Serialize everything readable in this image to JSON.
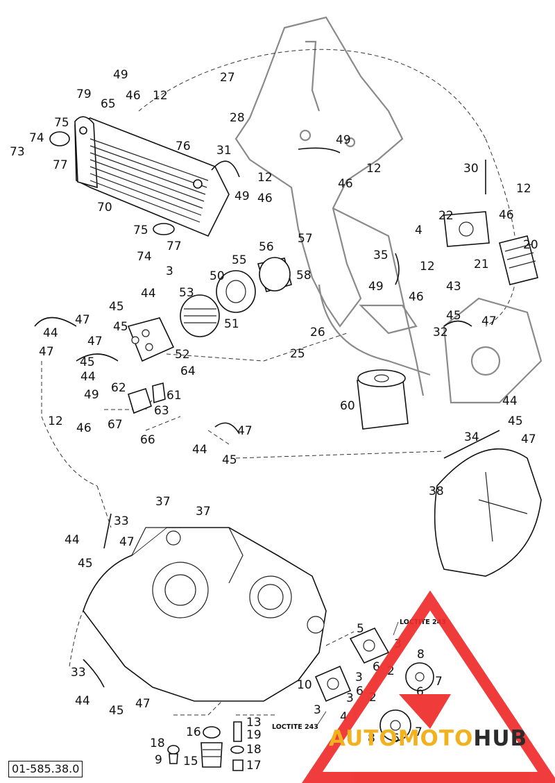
{
  "diagram": {
    "part_code": "01-585.38.0",
    "notes": [
      "LOCTITE 243",
      "LOCTITE 243"
    ],
    "callouts": [
      "49",
      "79",
      "65",
      "46",
      "12",
      "27",
      "28",
      "75",
      "74",
      "73",
      "77",
      "76",
      "31",
      "49",
      "12",
      "46",
      "12",
      "46",
      "49",
      "30",
      "12",
      "46",
      "70",
      "75",
      "77",
      "74",
      "3",
      "22",
      "4",
      "20",
      "21",
      "57",
      "56",
      "55",
      "50",
      "58",
      "35",
      "12",
      "49",
      "46",
      "53",
      "44",
      "45",
      "43",
      "45",
      "47",
      "47",
      "45",
      "44",
      "47",
      "47",
      "51",
      "26",
      "25",
      "32",
      "52",
      "45",
      "44",
      "64",
      "49",
      "62",
      "61",
      "12",
      "46",
      "63",
      "67",
      "66",
      "60",
      "44",
      "45",
      "47",
      "34",
      "47",
      "44",
      "45",
      "38",
      "37",
      "37",
      "33",
      "47",
      "44",
      "45",
      "5",
      "3",
      "6",
      "8",
      "2",
      "7",
      "6",
      "3",
      "10",
      "6",
      "2",
      "3",
      "4",
      "33",
      "44",
      "47",
      "45",
      "3",
      "13",
      "16",
      "19",
      "18",
      "18",
      "8",
      "6",
      "7",
      "9",
      "15",
      "17"
    ]
  },
  "logo": {
    "colors": {
      "triangle": "#ef2b2b",
      "accent": "#f2b21f",
      "dark": "#2b2b2b"
    },
    "text_part_1": "AUTOMOTO",
    "text_part_2": "HUB"
  }
}
